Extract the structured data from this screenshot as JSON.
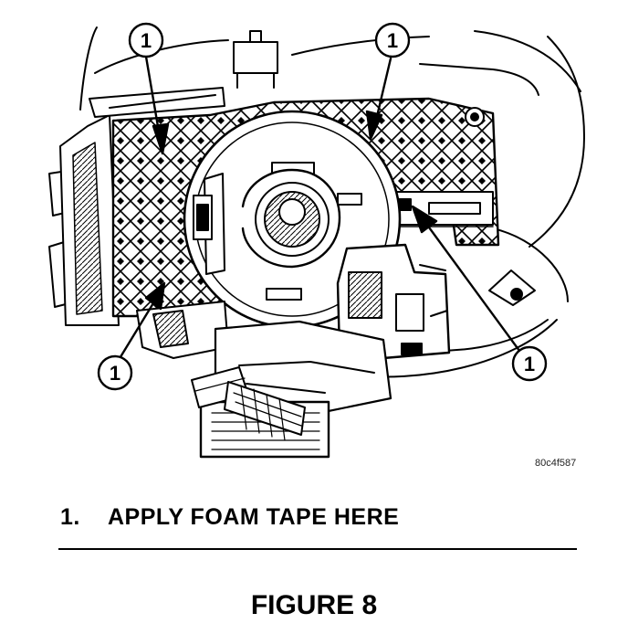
{
  "figure": {
    "title": "FIGURE 8",
    "reference_code": "80c4f587",
    "callout_number": "1",
    "legend": [
      {
        "number": "1.",
        "text": "APPLY FOAM TAPE HERE"
      }
    ]
  }
}
